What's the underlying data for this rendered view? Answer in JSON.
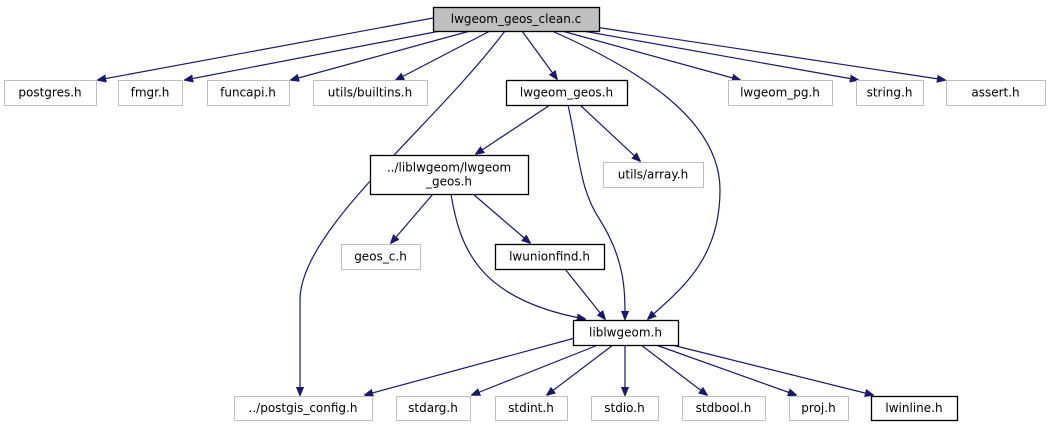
{
  "diagram": {
    "title": "lwgeom_geos_clean.c include dependency graph",
    "colors": {
      "edge": "#191970",
      "root_fill": "#bfbfbf",
      "root_border": "#000000",
      "documented_border": "#000000",
      "external_border": "#bfbfbf"
    },
    "nodes": [
      {
        "id": "root",
        "label": "lwgeom_geos_clean.c",
        "kind": "root"
      },
      {
        "id": "postgres",
        "label": "postgres.h",
        "kind": "external"
      },
      {
        "id": "fmgr",
        "label": "fmgr.h",
        "kind": "external"
      },
      {
        "id": "funcapi",
        "label": "funcapi.h",
        "kind": "external"
      },
      {
        "id": "builtins",
        "label": "utils/builtins.h",
        "kind": "external"
      },
      {
        "id": "lwgeom_geos",
        "label": "lwgeom_geos.h",
        "kind": "documented"
      },
      {
        "id": "lwgeom_pg",
        "label": "lwgeom_pg.h",
        "kind": "external"
      },
      {
        "id": "string",
        "label": "string.h",
        "kind": "external"
      },
      {
        "id": "assert",
        "label": "assert.h",
        "kind": "external"
      },
      {
        "id": "lib_lwgeom_geos",
        "label": [
          "../liblwgeom/lwgeom",
          "_geos.h"
        ],
        "kind": "documented"
      },
      {
        "id": "array",
        "label": "utils/array.h",
        "kind": "external"
      },
      {
        "id": "geos_c",
        "label": "geos_c.h",
        "kind": "external"
      },
      {
        "id": "lwunionfind",
        "label": "lwunionfind.h",
        "kind": "documented"
      },
      {
        "id": "liblwgeom",
        "label": "liblwgeom.h",
        "kind": "documented"
      },
      {
        "id": "postgis_config",
        "label": "../postgis_config.h",
        "kind": "external"
      },
      {
        "id": "stdarg",
        "label": "stdarg.h",
        "kind": "external"
      },
      {
        "id": "stdint",
        "label": "stdint.h",
        "kind": "external"
      },
      {
        "id": "stdio",
        "label": "stdio.h",
        "kind": "external"
      },
      {
        "id": "stdbool",
        "label": "stdbool.h",
        "kind": "external"
      },
      {
        "id": "proj",
        "label": "proj.h",
        "kind": "external"
      },
      {
        "id": "lwinline",
        "label": "lwinline.h",
        "kind": "documented"
      }
    ],
    "edges": [
      [
        "root",
        "postgres"
      ],
      [
        "root",
        "fmgr"
      ],
      [
        "root",
        "funcapi"
      ],
      [
        "root",
        "builtins"
      ],
      [
        "root",
        "postgis_config"
      ],
      [
        "root",
        "lwgeom_geos"
      ],
      [
        "root",
        "liblwgeom"
      ],
      [
        "root",
        "lwgeom_pg"
      ],
      [
        "root",
        "string"
      ],
      [
        "root",
        "assert"
      ],
      [
        "lwgeom_geos",
        "lib_lwgeom_geos"
      ],
      [
        "lwgeom_geos",
        "liblwgeom"
      ],
      [
        "lwgeom_geos",
        "array"
      ],
      [
        "lib_lwgeom_geos",
        "geos_c"
      ],
      [
        "lib_lwgeom_geos",
        "liblwgeom"
      ],
      [
        "lib_lwgeom_geos",
        "lwunionfind"
      ],
      [
        "lwunionfind",
        "liblwgeom"
      ],
      [
        "liblwgeom",
        "postgis_config"
      ],
      [
        "liblwgeom",
        "stdarg"
      ],
      [
        "liblwgeom",
        "stdint"
      ],
      [
        "liblwgeom",
        "stdio"
      ],
      [
        "liblwgeom",
        "stdbool"
      ],
      [
        "liblwgeom",
        "proj"
      ],
      [
        "liblwgeom",
        "lwinline"
      ]
    ]
  }
}
